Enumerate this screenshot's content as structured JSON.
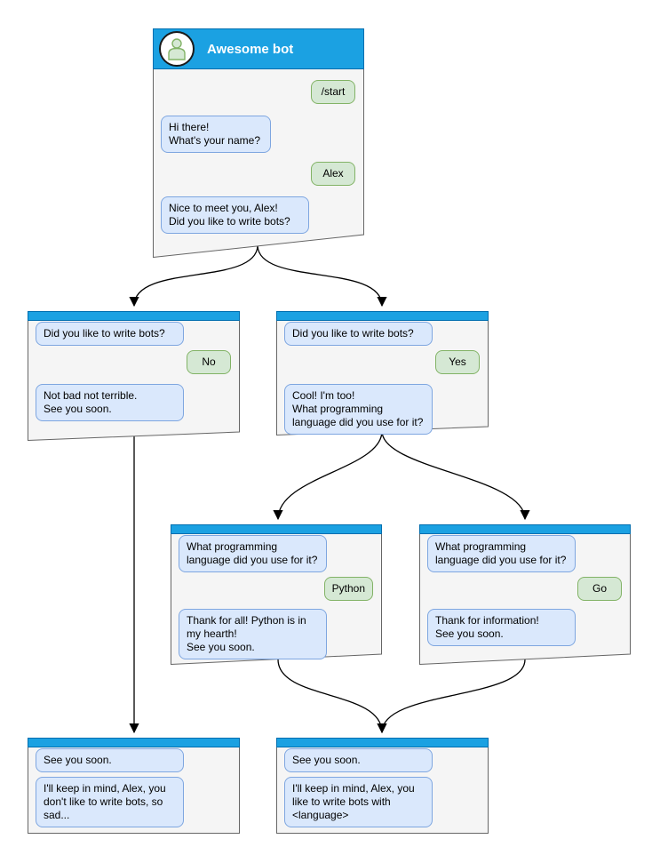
{
  "colors": {
    "header_blue": "#1ba1e2",
    "header_stroke": "#006eaf",
    "box_fill": "#f5f5f5",
    "box_stroke": "#666666",
    "bot_fill": "#dae8fc",
    "bot_stroke": "#7ea6e0",
    "user_fill": "#d5e8d4",
    "user_stroke": "#82b366"
  },
  "root": {
    "title": "Awesome bot",
    "avatar": "person-icon",
    "messages": {
      "start": "/start",
      "ask_name": "Hi there!\nWhat's your name?",
      "name": "Alex",
      "ask_bots": "Nice to meet you, Alex!\nDid you like to write bots?"
    }
  },
  "branch_no": {
    "question": "Did you like to write bots?",
    "answer": "No",
    "reply": "Not bad not terrible.\nSee you soon."
  },
  "branch_yes": {
    "question": "Did you like to write bots?",
    "answer": "Yes",
    "reply": "Cool! I'm too!\nWhat programming\nlanguage did you use for it?"
  },
  "branch_python": {
    "question": "What programming\nlanguage did you use for it?",
    "answer": "Python",
    "reply": "Thank for all! Python is in\nmy hearth!\nSee you soon."
  },
  "branch_go": {
    "question": "What programming\nlanguage did you use for it?",
    "answer": "Go",
    "reply": "Thank for information!\nSee you soon."
  },
  "end_no": {
    "question": "See you soon.",
    "reply": "I'll keep in mind, Alex, you\ndon't like to write bots, so\nsad..."
  },
  "end_language": {
    "question": "See you soon.",
    "reply": "I'll keep in mind, Alex, you\nlike to write bots with\n<language>"
  },
  "edges": [
    {
      "from": "awesome-bot",
      "to": "branch-no"
    },
    {
      "from": "awesome-bot",
      "to": "branch-yes"
    },
    {
      "from": "branch-yes",
      "to": "branch-python"
    },
    {
      "from": "branch-yes",
      "to": "branch-go"
    },
    {
      "from": "branch-no",
      "to": "end-no"
    },
    {
      "from": "branch-python",
      "to": "end-language"
    },
    {
      "from": "branch-go",
      "to": "end-language"
    }
  ]
}
